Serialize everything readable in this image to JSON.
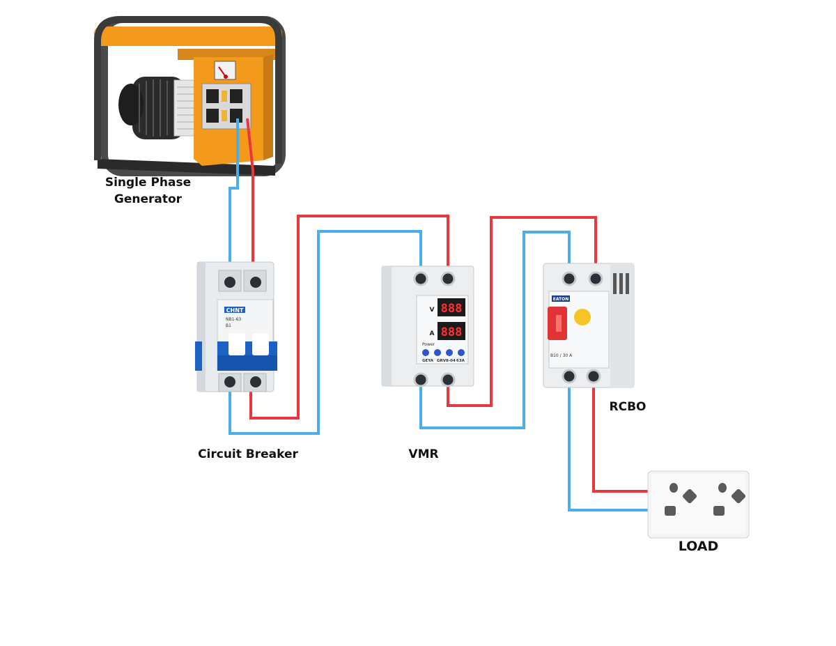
{
  "labels": {
    "generator": "Single Phase\nGenerator",
    "generator_line1": "Single Phase",
    "generator_line2": "Generator",
    "circuit_breaker": "Circuit Breaker",
    "vmr": "VMR",
    "rcbo": "RCBO",
    "load": "LOAD"
  },
  "device_markings": {
    "breaker_brand": "CHNT",
    "breaker_model": "NB1-63",
    "breaker_rating": "B1",
    "vmr_display_top": "888",
    "vmr_display_bottom": "888",
    "vmr_unit_top": "V",
    "vmr_unit_bottom": "A",
    "vmr_power": "Power",
    "vmr_brand": "GEYA",
    "vmr_model": "GRV8-04",
    "vmr_current": "63A",
    "rcbo_brand": "EATON",
    "rcbo_rating": "B10 / 30 A"
  },
  "colors": {
    "live_wire": "#e8383d",
    "neutral_wire": "#4aaee8",
    "generator_body": "#f39a1c",
    "generator_frame": "#3a3a3a",
    "breaker_blue": "#1c62c4"
  }
}
